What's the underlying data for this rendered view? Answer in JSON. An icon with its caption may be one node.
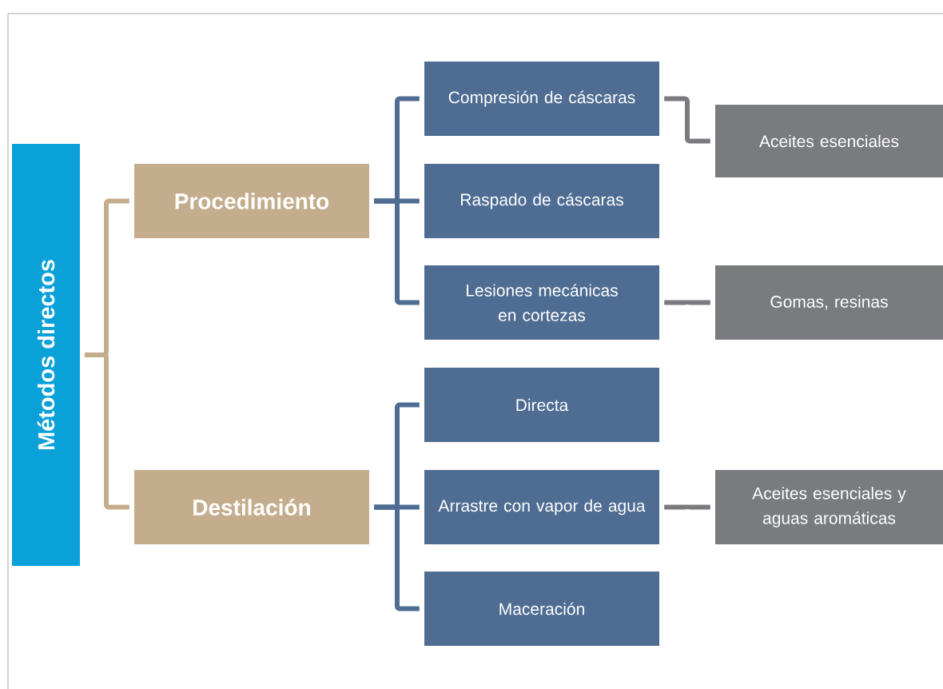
{
  "diagram": {
    "nodes": [
      {
        "text": [
          "Métodos directos"
        ]
      },
      {
        "text": [
          "Procedimiento"
        ]
      },
      {
        "text": [
          "Destilación"
        ]
      },
      {
        "text": [
          "Compresión de cáscaras"
        ]
      },
      {
        "text": [
          "Raspado de cáscaras"
        ]
      },
      {
        "text": [
          "Lesiones mecánicas en cortezas"
        ]
      },
      {
        "text": [
          "Directa"
        ]
      },
      {
        "text": [
          "Arrastre con vapor de agua"
        ]
      },
      {
        "text": [
          "Maceración"
        ]
      },
      {
        "text": [
          "Aceites esenciales"
        ]
      },
      {
        "text": [
          "Gomas, resinas"
        ]
      },
      {
        "text": [
          "Aceites esenciales y aguas aromáticas"
        ]
      }
    ],
    "edges": [
      {
        "from": 0,
        "to": 1,
        "arrow": "none",
        "color": "#c4ad8c"
      },
      {
        "from": 0,
        "to": 2,
        "arrow": "none",
        "color": "#c4ad8c"
      },
      {
        "from": 1,
        "to": 3,
        "arrow": "none"
      },
      {
        "from": 1,
        "to": 4,
        "arrow": "none"
      },
      {
        "from": 1,
        "to": 5,
        "arrow": "none"
      },
      {
        "from": 2,
        "to": 6,
        "arrow": "none"
      },
      {
        "from": 2,
        "to": 7,
        "arrow": "none"
      },
      {
        "from": 2,
        "to": 8,
        "arrow": "none"
      },
      {
        "from": 3,
        "to": 9,
        "arrow": "none",
        "color": "#7a7b7f"
      },
      {
        "from": 5,
        "to": 10,
        "arrow": "none",
        "color": "#7a7b7f"
      },
      {
        "from": 7,
        "to": 11,
        "arrow": "none",
        "color": "#7a7b7f"
      }
    ]
  }
}
